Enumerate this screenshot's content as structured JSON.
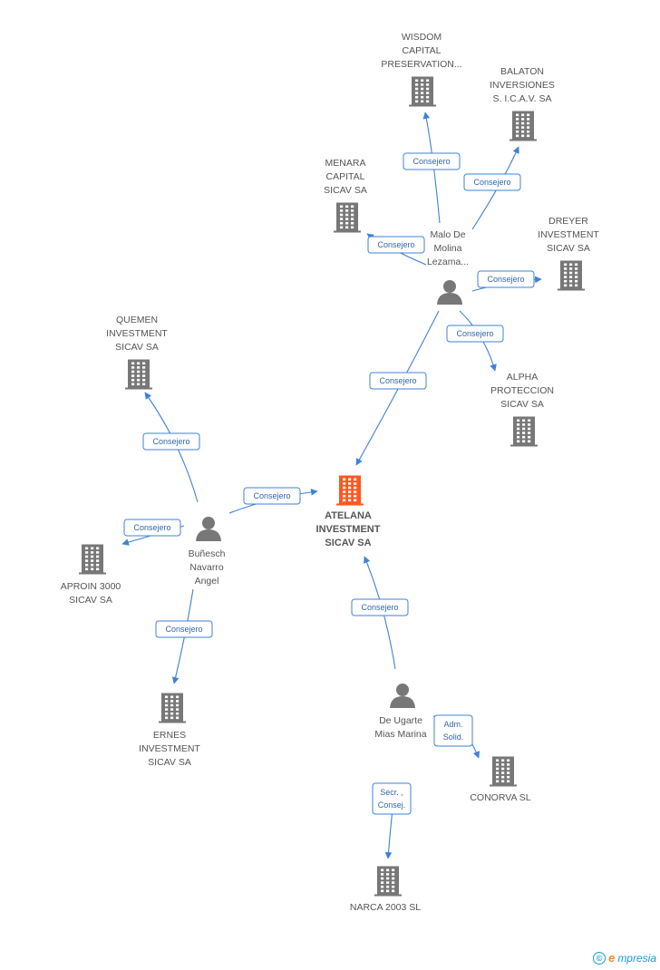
{
  "colors": {
    "edge": "#3f82d8",
    "node": "#777777",
    "central": "#ff5722",
    "label": "#555555",
    "brand": "#1a9bd7",
    "brand_accent": "#f28c28"
  },
  "nodes": [
    {
      "id": "atelana",
      "type": "company",
      "central": true,
      "lines": [
        "ATELANA",
        "INVESTMENT",
        "SICAV SA"
      ]
    },
    {
      "id": "malo",
      "type": "person",
      "lines": [
        "Malo De",
        "Molina",
        "Lezama..."
      ]
    },
    {
      "id": "wisdom",
      "type": "company",
      "lines": [
        "WISDOM",
        "CAPITAL",
        "PRESERVATION..."
      ]
    },
    {
      "id": "balaton",
      "type": "company",
      "lines": [
        "BALATON",
        "INVERSIONES",
        "S. I.C.A.V. SA"
      ]
    },
    {
      "id": "menara",
      "type": "company",
      "lines": [
        "MENARA",
        "CAPITAL",
        "SICAV SA"
      ]
    },
    {
      "id": "dreyer",
      "type": "company",
      "lines": [
        "DREYER",
        "INVESTMENT",
        "SICAV SA"
      ]
    },
    {
      "id": "alpha",
      "type": "company",
      "lines": [
        "ALPHA",
        "PROTECCION",
        "SICAV SA"
      ]
    },
    {
      "id": "quemen",
      "type": "company",
      "lines": [
        "QUEMEN",
        "INVESTMENT",
        "SICAV SA"
      ]
    },
    {
      "id": "bunesch",
      "type": "person",
      "lines": [
        "Buñesch",
        "Navarro",
        "Angel"
      ]
    },
    {
      "id": "aproin",
      "type": "company",
      "lines": [
        "APROIN 3000",
        "SICAV SA"
      ]
    },
    {
      "id": "ernes",
      "type": "company",
      "lines": [
        "ERNES",
        "INVESTMENT",
        "SICAV SA"
      ]
    },
    {
      "id": "deugarte",
      "type": "person",
      "lines": [
        "De Ugarte",
        "Mias Marina"
      ]
    },
    {
      "id": "conorva",
      "type": "company",
      "lines": [
        "CONORVA SL"
      ]
    },
    {
      "id": "narca",
      "type": "company",
      "lines": [
        "NARCA 2003 SL"
      ]
    }
  ],
  "edges": [
    {
      "from": "malo",
      "to": "wisdom",
      "lines": [
        "Consejero"
      ]
    },
    {
      "from": "malo",
      "to": "balaton",
      "lines": [
        "Consejero"
      ]
    },
    {
      "from": "malo",
      "to": "menara",
      "lines": [
        "Consejero"
      ]
    },
    {
      "from": "malo",
      "to": "dreyer",
      "lines": [
        "Consejero"
      ]
    },
    {
      "from": "malo",
      "to": "alpha",
      "lines": [
        "Consejero"
      ]
    },
    {
      "from": "malo",
      "to": "atelana",
      "lines": [
        "Consejero"
      ]
    },
    {
      "from": "bunesch",
      "to": "quemen",
      "lines": [
        "Consejero"
      ]
    },
    {
      "from": "bunesch",
      "to": "atelana",
      "lines": [
        "Consejero"
      ]
    },
    {
      "from": "bunesch",
      "to": "aproin",
      "lines": [
        "Consejero"
      ]
    },
    {
      "from": "bunesch",
      "to": "ernes",
      "lines": [
        "Consejero"
      ]
    },
    {
      "from": "deugarte",
      "to": "atelana",
      "lines": [
        "Consejero"
      ]
    },
    {
      "from": "deugarte",
      "to": "conorva",
      "lines": [
        "Adm.",
        "Solid."
      ]
    },
    {
      "from": "deugarte",
      "to": "narca",
      "lines": [
        "Secr. ,",
        "Consej."
      ]
    }
  ],
  "footer": {
    "copyright_symbol": "©",
    "brand_initial": "e",
    "brand_rest": "mpresia"
  }
}
